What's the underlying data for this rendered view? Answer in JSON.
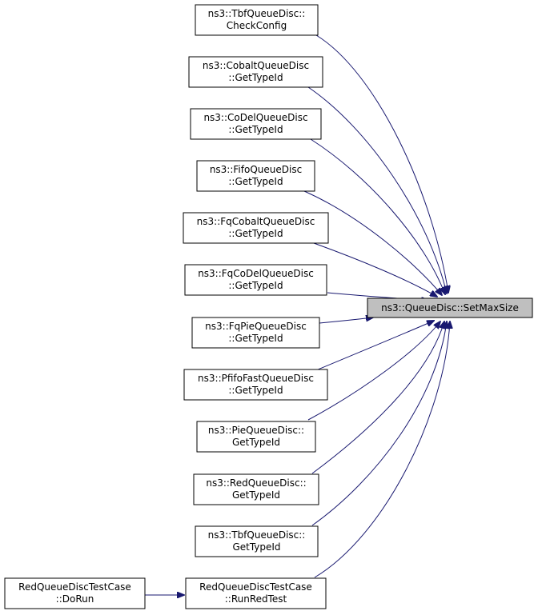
{
  "root": {
    "label": "ns3::QueueDisc::SetMaxSize"
  },
  "callers": [
    {
      "id": "tbf-checkconfig",
      "lines": [
        "ns3::TbfQueueDisc::",
        "CheckConfig"
      ]
    },
    {
      "id": "cobalt-gettypeid",
      "lines": [
        "ns3::CobaltQueueDisc",
        "::GetTypeId"
      ]
    },
    {
      "id": "codel-gettypeid",
      "lines": [
        "ns3::CoDelQueueDisc",
        "::GetTypeId"
      ]
    },
    {
      "id": "fifo-gettypeid",
      "lines": [
        "ns3::FifoQueueDisc",
        "::GetTypeId"
      ]
    },
    {
      "id": "fqcobalt-gettypeid",
      "lines": [
        "ns3::FqCobaltQueueDisc",
        "::GetTypeId"
      ]
    },
    {
      "id": "fqcodel-gettypeid",
      "lines": [
        "ns3::FqCoDelQueueDisc",
        "::GetTypeId"
      ]
    },
    {
      "id": "fqpie-gettypeid",
      "lines": [
        "ns3::FqPieQueueDisc",
        "::GetTypeId"
      ]
    },
    {
      "id": "pfifofast-gettypeid",
      "lines": [
        "ns3::PfifoFastQueueDisc",
        "::GetTypeId"
      ]
    },
    {
      "id": "pie-gettypeid",
      "lines": [
        "ns3::PieQueueDisc::",
        "GetTypeId"
      ]
    },
    {
      "id": "red-gettypeid",
      "lines": [
        "ns3::RedQueueDisc::",
        "GetTypeId"
      ]
    },
    {
      "id": "tbf-gettypeid",
      "lines": [
        "ns3::TbfQueueDisc::",
        "GetTypeId"
      ]
    },
    {
      "id": "red-runredtest",
      "lines": [
        "RedQueueDiscTestCase",
        "::RunRedTest"
      ]
    }
  ],
  "second_level": [
    {
      "id": "red-dorun",
      "lines": [
        "RedQueueDiscTestCase",
        "::DoRun"
      ]
    }
  ],
  "colors": {
    "edge": "#191970",
    "root_fill": "#bfbfbf",
    "box_fill": "#ffffff"
  }
}
